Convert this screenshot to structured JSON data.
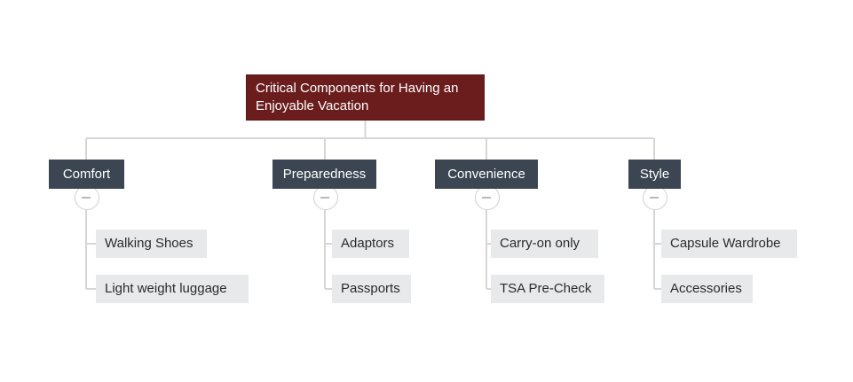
{
  "colors": {
    "background": "#ffffff",
    "root_bg": "#6b1d1d",
    "root_text": "#ffffff",
    "branch_bg": "#3b4652",
    "branch_text": "#ffffff",
    "leaf_bg": "#e8e9eb",
    "leaf_text": "#2b2b2b",
    "connector": "#d6d6d6",
    "toggle_stroke": "#cfcfcf"
  },
  "mindmap": {
    "root": {
      "label": "Critical Components for Having an Enjoyable Vacation"
    },
    "branches": [
      {
        "label": "Comfort",
        "toggle_state": "expanded",
        "children": [
          {
            "label": "Walking Shoes"
          },
          {
            "label": "Light weight luggage"
          }
        ]
      },
      {
        "label": "Preparedness",
        "toggle_state": "expanded",
        "children": [
          {
            "label": "Adaptors"
          },
          {
            "label": "Passports"
          }
        ]
      },
      {
        "label": "Convenience",
        "toggle_state": "expanded",
        "children": [
          {
            "label": "Carry-on only"
          },
          {
            "label": "TSA Pre-Check"
          }
        ]
      },
      {
        "label": "Style",
        "toggle_state": "expanded",
        "children": [
          {
            "label": "Capsule Wardrobe"
          },
          {
            "label": "Accessories"
          }
        ]
      }
    ]
  }
}
